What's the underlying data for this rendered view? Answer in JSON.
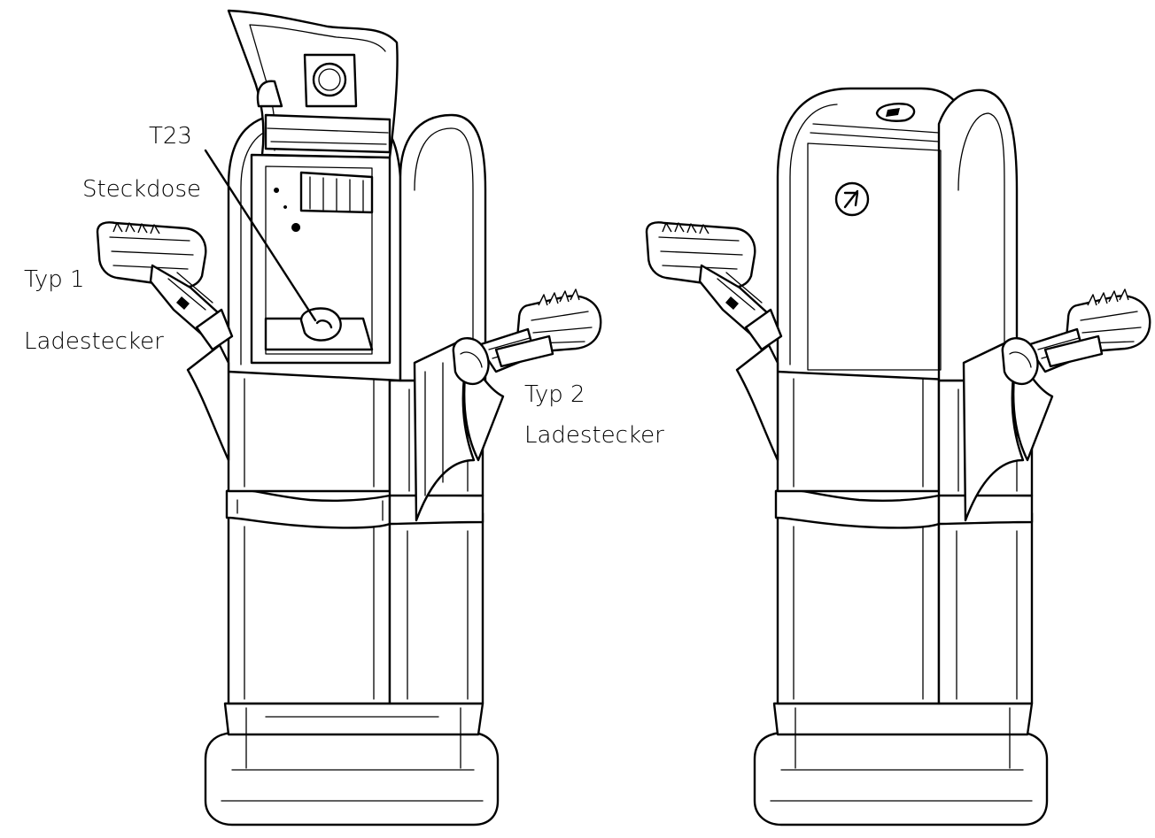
{
  "figure": {
    "colors": {
      "line": "#000000",
      "background": "#ffffff"
    },
    "labels": {
      "t23_line1": "T23",
      "t23_line2": "Steckdose",
      "typ1_line1": "Typ 1",
      "typ1_line2": "Ladestecker",
      "typ2_line1": "Typ 2",
      "typ2_line2": "Ladestecker"
    },
    "icons": {
      "left_station": "charging-station-open-icon",
      "right_station": "charging-station-closed-icon",
      "logo": "station-logo-icon"
    }
  }
}
